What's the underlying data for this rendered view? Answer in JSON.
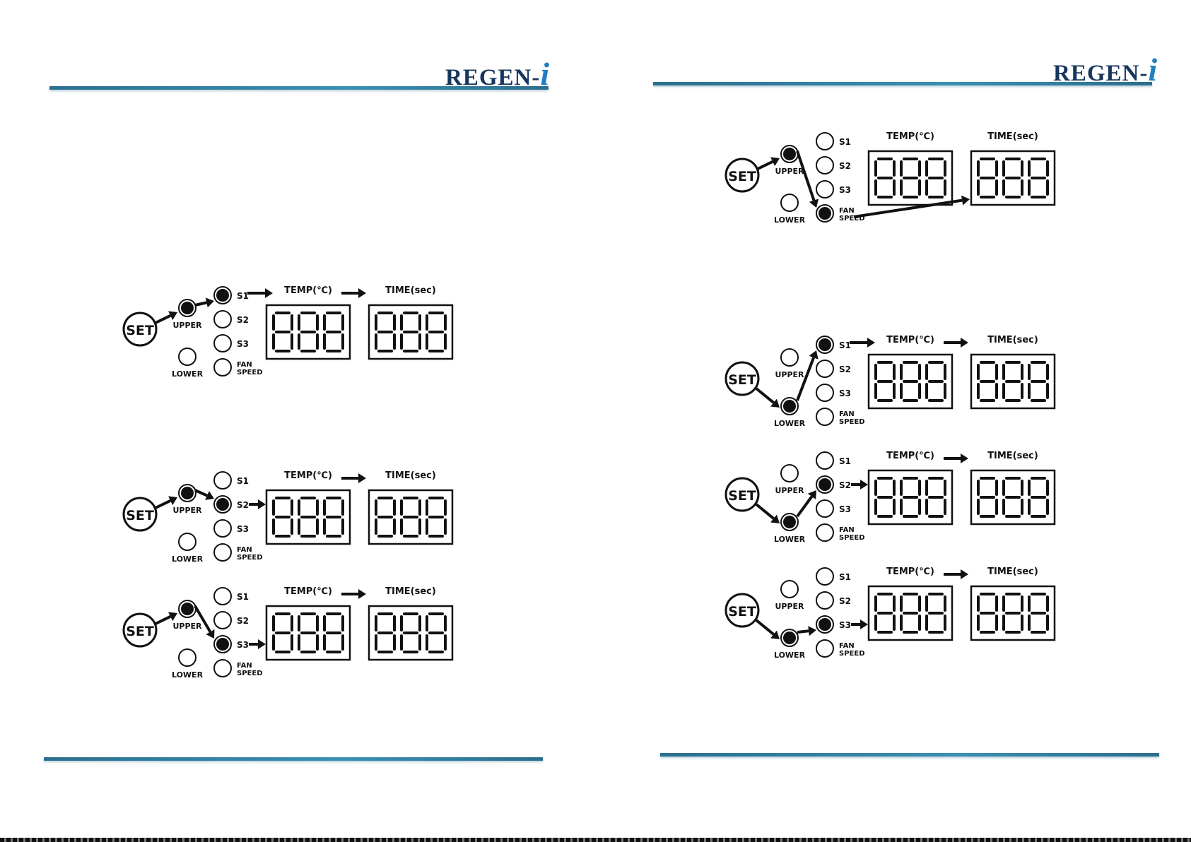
{
  "brand": {
    "logo_text": "REGEN-",
    "logo_accent": "i"
  },
  "labels": {
    "set": "SET",
    "upper": "UPPER",
    "lower": "LOWER",
    "s1": "S1",
    "s2": "S2",
    "s3": "S3",
    "fan": "FAN",
    "speed": "SPEED",
    "temp": "TEMP(℃)",
    "time": "TIME(sec)",
    "digits": "888"
  },
  "colors": {
    "rule": "#3a8fb3",
    "logo": "#17365d",
    "logo_accent": "#1f7fc0"
  },
  "diagrams": [
    {
      "page": "left",
      "zone": "upper",
      "active_step": "S1",
      "temp_arrow": true,
      "time_arrow": true,
      "fan_route": false
    },
    {
      "page": "left",
      "zone": "upper",
      "active_step": "S2",
      "temp_arrow": false,
      "time_arrow": true,
      "fan_route": false
    },
    {
      "page": "left",
      "zone": "upper",
      "active_step": "S3",
      "temp_arrow": false,
      "time_arrow": true,
      "fan_route": false
    },
    {
      "page": "right",
      "zone": "upper",
      "active_step": "FAN SPEED",
      "temp_arrow": false,
      "time_arrow": false,
      "fan_route": true
    },
    {
      "page": "right",
      "zone": "lower",
      "active_step": "S1",
      "temp_arrow": true,
      "time_arrow": true,
      "fan_route": false
    },
    {
      "page": "right",
      "zone": "lower",
      "active_step": "S2",
      "temp_arrow": false,
      "time_arrow": true,
      "fan_route": false
    },
    {
      "page": "right",
      "zone": "lower",
      "active_step": "S3",
      "temp_arrow": false,
      "time_arrow": true,
      "fan_route": false
    }
  ]
}
